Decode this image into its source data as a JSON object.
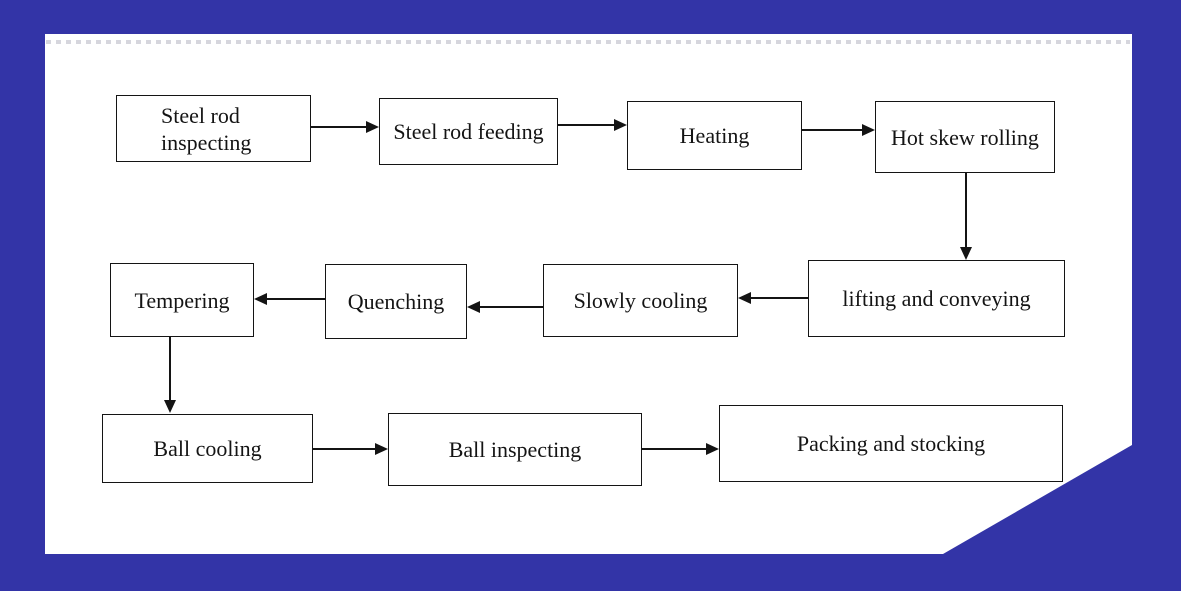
{
  "page": {
    "background_color": "#3334a7",
    "panel_color": "#ffffff",
    "line_color": "#141414",
    "text_color": "#141414"
  },
  "diagram": {
    "type": "flowchart",
    "nodes": [
      {
        "id": "steel-rod-inspecting",
        "label": "Steel rod inspecting"
      },
      {
        "id": "steel-rod-feeding",
        "label": "Steel rod feeding"
      },
      {
        "id": "heating",
        "label": "Heating"
      },
      {
        "id": "hot-skew-rolling",
        "label": "Hot skew rolling"
      },
      {
        "id": "lifting-and-conveying",
        "label": "lifting and conveying"
      },
      {
        "id": "slowly-cooling",
        "label": "Slowly cooling"
      },
      {
        "id": "quenching",
        "label": "Quenching"
      },
      {
        "id": "tempering",
        "label": "Tempering"
      },
      {
        "id": "ball-cooling",
        "label": "Ball cooling"
      },
      {
        "id": "ball-inspecting",
        "label": "Ball inspecting"
      },
      {
        "id": "packing-and-stocking",
        "label": "Packing and stocking"
      }
    ],
    "connections": [
      {
        "from": "steel-rod-inspecting",
        "to": "steel-rod-feeding",
        "direction": "right"
      },
      {
        "from": "steel-rod-feeding",
        "to": "heating",
        "direction": "right"
      },
      {
        "from": "heating",
        "to": "hot-skew-rolling",
        "direction": "right"
      },
      {
        "from": "hot-skew-rolling",
        "to": "lifting-and-conveying",
        "direction": "down"
      },
      {
        "from": "lifting-and-conveying",
        "to": "slowly-cooling",
        "direction": "left"
      },
      {
        "from": "slowly-cooling",
        "to": "quenching",
        "direction": "left"
      },
      {
        "from": "quenching",
        "to": "tempering",
        "direction": "left"
      },
      {
        "from": "tempering",
        "to": "ball-cooling",
        "direction": "down"
      },
      {
        "from": "ball-cooling",
        "to": "ball-inspecting",
        "direction": "right"
      },
      {
        "from": "ball-inspecting",
        "to": "packing-and-stocking",
        "direction": "right"
      }
    ]
  }
}
